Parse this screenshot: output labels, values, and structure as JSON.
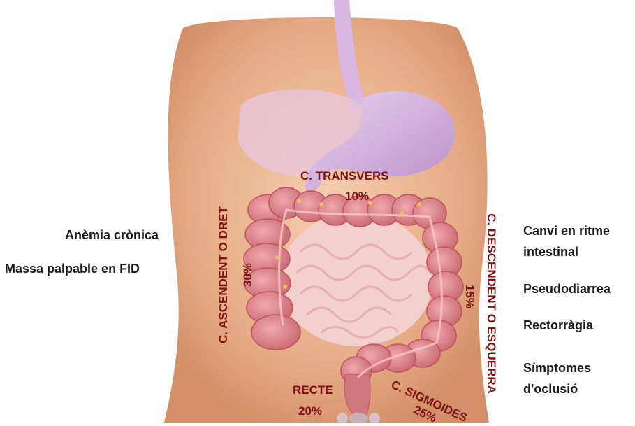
{
  "left_symptoms": [
    "Anèmia crònica",
    "Massa palpable en FID"
  ],
  "right_symptoms": [
    "Canvi en ritme",
    "intestinal",
    "Pseudodiarrea",
    "Rectorràgia",
    "Símptomes",
    "d'oclusió"
  ],
  "segments": {
    "transvers": {
      "name": "C. TRANSVERS",
      "pct": "10%"
    },
    "ascendent": {
      "name": "C. ASCENDENT O DRET",
      "pct": "30%"
    },
    "descendent": {
      "name": "C. DESCENDENT O ESQUERRA",
      "pct": "15%"
    },
    "sigmoides": {
      "name": "C. SIGMOIDES",
      "pct": "25%"
    },
    "recte": {
      "name": "RECTE",
      "pct": "20%"
    }
  },
  "colors": {
    "label_red": "#7b1216",
    "skin": "#e8b48f",
    "colon": "#d9838a",
    "stomach": "#c9a7d6",
    "small_intestine": "#f2c9c8"
  }
}
